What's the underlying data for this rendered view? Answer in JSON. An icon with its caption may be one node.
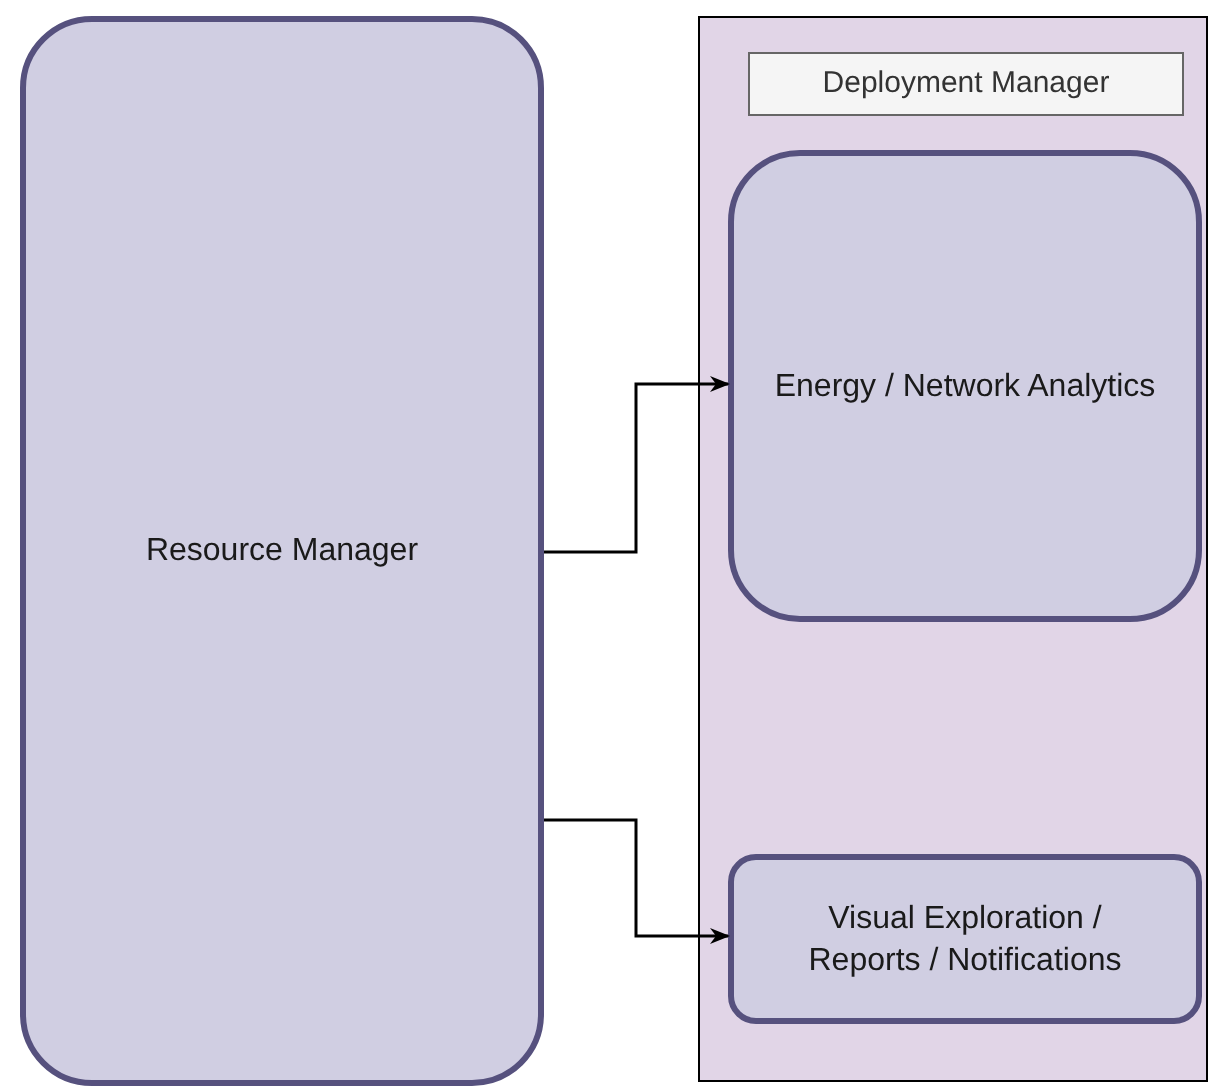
{
  "diagram": {
    "nodes": [
      {
        "text": [
          "Resource Manager"
        ]
      },
      {
        "text": [
          "Deployment Manager"
        ]
      },
      {
        "text": [
          "Energy / Network Analytics"
        ],
        "in": 1
      },
      {
        "text": [
          "Visual Exploration / Reports / Notifications"
        ],
        "in": 1
      }
    ],
    "edges": [
      {
        "from": 0,
        "to": 2,
        "arrow": "to"
      },
      {
        "from": 0,
        "to": 3,
        "arrow": "to"
      }
    ]
  }
}
